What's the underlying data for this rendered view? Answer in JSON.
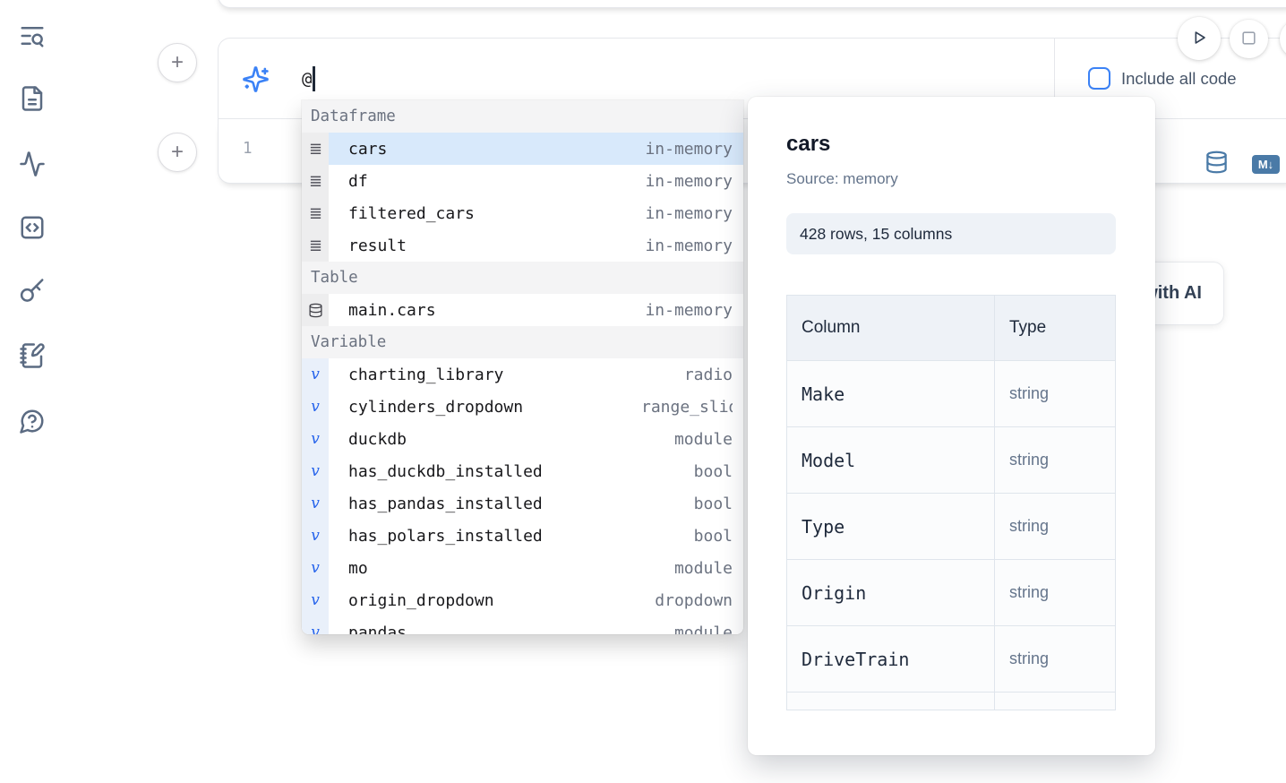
{
  "colors": {
    "accent_blue": "#3b82f6",
    "steel_blue": "#4a7aa7",
    "selection_bg": "#d8e9fb",
    "border": "#e5e7eb"
  },
  "sidebar": {
    "icons": [
      "toc-search",
      "file-document",
      "activity",
      "code-square",
      "key",
      "scratchpad",
      "help-chat"
    ]
  },
  "add_cell_label": "+",
  "ai_panel": {
    "prompt_value": "@",
    "include_all_code_label": "Include all code",
    "include_all_code_checked": false
  },
  "code_cell": {
    "line_number": "1"
  },
  "cell_actions": {
    "markdown_badge": "M↓"
  },
  "ai_button": {
    "label": "Generate with AI"
  },
  "autocomplete": {
    "sections": [
      {
        "label": "Dataframe",
        "items": [
          {
            "icon": "dataframe",
            "name": "cars",
            "type": "in-memory",
            "selected": true
          },
          {
            "icon": "dataframe",
            "name": "df",
            "type": "in-memory",
            "selected": false
          },
          {
            "icon": "dataframe",
            "name": "filtered_cars",
            "type": "in-memory",
            "selected": false
          },
          {
            "icon": "dataframe",
            "name": "result",
            "type": "in-memory",
            "selected": false
          }
        ]
      },
      {
        "label": "Table",
        "items": [
          {
            "icon": "database",
            "name": "main.cars",
            "type": "in-memory",
            "selected": false
          }
        ]
      },
      {
        "label": "Variable",
        "items": [
          {
            "icon": "variable",
            "name": "charting_library",
            "type": "radio",
            "selected": false
          },
          {
            "icon": "variable",
            "name": "cylinders_dropdown",
            "type": "range_slider",
            "selected": false
          },
          {
            "icon": "variable",
            "name": "duckdb",
            "type": "module",
            "selected": false
          },
          {
            "icon": "variable",
            "name": "has_duckdb_installed",
            "type": "bool",
            "selected": false
          },
          {
            "icon": "variable",
            "name": "has_pandas_installed",
            "type": "bool",
            "selected": false
          },
          {
            "icon": "variable",
            "name": "has_polars_installed",
            "type": "bool",
            "selected": false
          },
          {
            "icon": "variable",
            "name": "mo",
            "type": "module",
            "selected": false
          },
          {
            "icon": "variable",
            "name": "origin_dropdown",
            "type": "dropdown",
            "selected": false
          },
          {
            "icon": "variable",
            "name": "pandas",
            "type": "module",
            "selected": false
          }
        ]
      }
    ]
  },
  "preview": {
    "title": "cars",
    "source": "Source: memory",
    "shape": "428 rows, 15 columns",
    "table": {
      "headers": [
        "Column",
        "Type"
      ],
      "rows": [
        {
          "column": "Make",
          "type": "string"
        },
        {
          "column": "Model",
          "type": "string"
        },
        {
          "column": "Type",
          "type": "string"
        },
        {
          "column": "Origin",
          "type": "string"
        },
        {
          "column": "DriveTrain",
          "type": "string"
        },
        {
          "column": "",
          "type": ""
        }
      ]
    }
  }
}
